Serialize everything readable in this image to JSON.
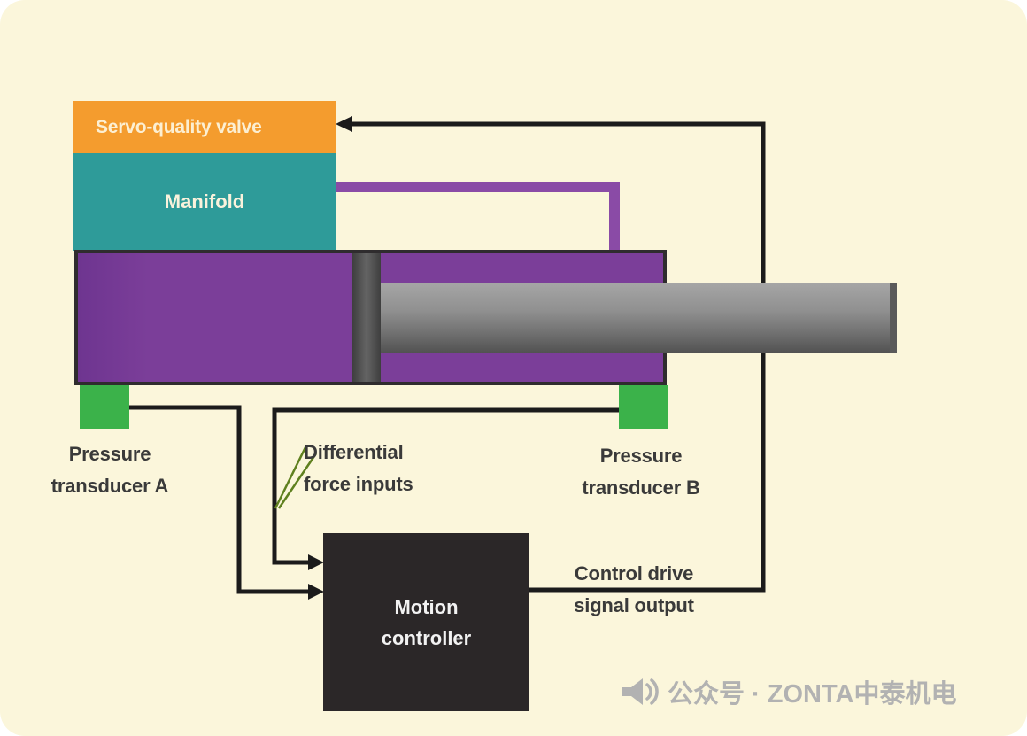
{
  "blocks": {
    "servo_valve": {
      "label": "Servo-quality valve"
    },
    "manifold": {
      "label": "Manifold"
    },
    "motion_controller": {
      "line1": "Motion",
      "line2": "controller"
    }
  },
  "labels": {
    "pressure_a": {
      "line1": "Pressure",
      "line2": "transducer A"
    },
    "pressure_b": {
      "line1": "Pressure",
      "line2": "transducer B"
    },
    "diff_force": {
      "line1": "Differential",
      "line2": "force inputs"
    },
    "control_output": {
      "line1": "Control drive",
      "line2": "signal output"
    }
  },
  "colors": {
    "background": "#FBF6DB",
    "servo_valve": "#F49C2E",
    "manifold": "#2E9B99",
    "cylinder": "#7B3E99",
    "hydraulic_pipe": "#8A4BA6",
    "transducer": "#3BB24A",
    "controller": "#2B2728",
    "wire": "#1B1B1B",
    "annotation_pointer": "#5F801F",
    "rod": "#8E8E8E"
  },
  "watermark": {
    "text": "公众号 · ZONTA中泰机电",
    "icon": "megaphone-icon"
  }
}
